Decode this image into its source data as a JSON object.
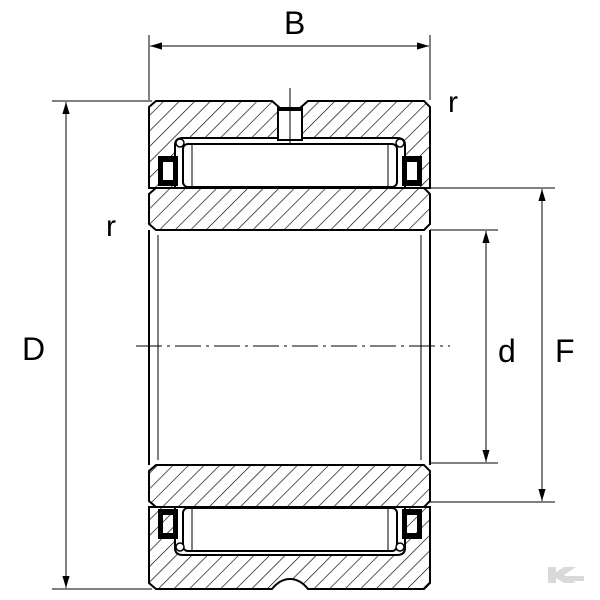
{
  "diagram": {
    "labels": {
      "width": "B",
      "outer_diameter": "D",
      "inner_diameter": "d",
      "raceway_diameter": "F",
      "radius_top": "r",
      "radius_side": "r"
    },
    "logo": {
      "name": "kramp-watermark",
      "color": "#d9d9d9"
    },
    "colors": {
      "line": "#000000",
      "background": "#ffffff"
    }
  }
}
